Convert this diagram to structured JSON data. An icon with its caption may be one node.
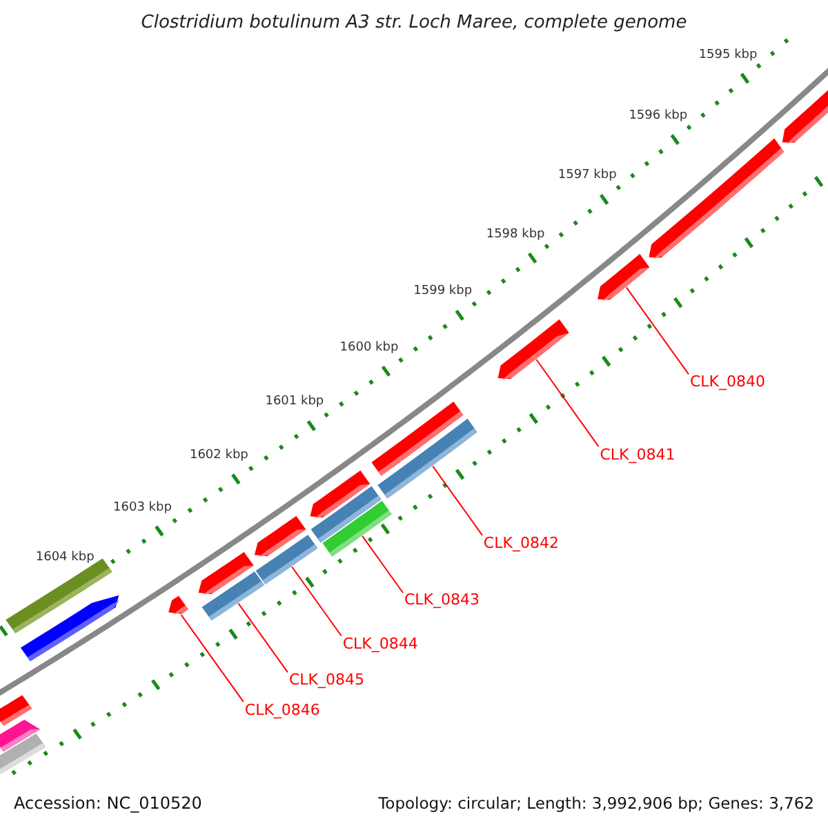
{
  "diagram": {
    "title": "Clostridium botulinum A3 str. Loch Maree, complete genome",
    "nodes": [
      {
        "text": [],
        "shape": "bar"
      },
      {
        "text": [],
        "shape": "bar"
      },
      {
        "text": [],
        "shape": "bar"
      },
      {
        "text": [],
        "shape": "bar"
      },
      {
        "text": [],
        "shape": "bar"
      },
      {
        "text": [],
        "shape": "bar"
      },
      {
        "text": [],
        "shape": "bar"
      },
      {
        "text": [],
        "shape": "bar"
      },
      {
        "text": [],
        "shape": "bar"
      },
      {
        "text": [],
        "shape": "bar"
      },
      {
        "text": [],
        "shape": "bar"
      },
      {
        "text": [],
        "shape": "bar"
      },
      {
        "text": [],
        "shape": "bar"
      },
      {
        "text": [],
        "shape": "bar"
      },
      {
        "text": [],
        "shape": "bar"
      },
      {
        "text": [],
        "shape": "bar"
      },
      {
        "text": [],
        "shape": "bar"
      },
      {
        "text": [],
        "shape": "bar"
      },
      {
        "text": [],
        "shape": "bar"
      },
      {
        "text": [
          "CLK_0840"
        ]
      },
      {
        "text": [
          "CLK_0841"
        ]
      },
      {
        "text": [
          "CLK_0842"
        ]
      },
      {
        "text": [
          "CLK_0843"
        ]
      },
      {
        "text": [
          "CLK_0844"
        ]
      },
      {
        "text": [
          "CLK_0845"
        ]
      },
      {
        "text": [
          "CLK_0846"
        ]
      }
    ],
    "edges": [
      {
        "from": 19,
        "to": 2,
        "arrow": "none"
      },
      {
        "from": 20,
        "to": 3,
        "arrow": "none"
      },
      {
        "from": 21,
        "to": 5,
        "arrow": "none"
      },
      {
        "from": 22,
        "to": 8,
        "arrow": "none"
      },
      {
        "from": 23,
        "to": 10,
        "arrow": "none"
      },
      {
        "from": 24,
        "to": 12,
        "arrow": "none"
      },
      {
        "from": 25,
        "to": 13,
        "arrow": "none"
      }
    ],
    "labels": [
      "1595 kbp",
      "1596 kbp",
      "1597 kbp",
      "1598 kbp",
      "1599 kbp",
      "1600 kbp",
      "1601 kbp",
      "1602 kbp",
      "1603 kbp",
      "1604 kbp",
      "Accession: NC_010520",
      "Topology: circular; Length: 3,992,906 bp; Genes: 3,762"
    ]
  }
}
